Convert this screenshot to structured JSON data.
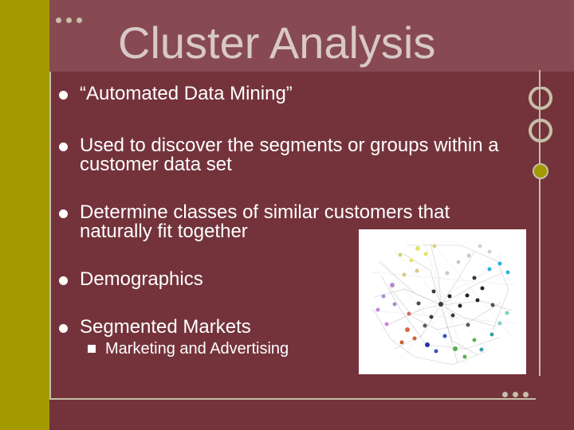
{
  "slide": {
    "title": "Cluster Analysis",
    "bullets": [
      "“Automated Data Mining”",
      "Used to discover the segments or groups within a customer data set",
      "Determine classes of similar customers that naturally fit together",
      "Demographics",
      "Segmented Markets"
    ],
    "subbullets": [
      "Marketing and Advertising"
    ]
  },
  "colors": {
    "sidebar": "#a39a00",
    "title_panel": "#874a52",
    "content_panel": "#74333b",
    "accent_line": "#c7bfa8",
    "ring_fill": "#a39a00",
    "text": "#ffffff"
  },
  "icons": {
    "bullet": "filled-circle",
    "subbullet": "filled-square",
    "decorations": [
      "three-dot-ornament",
      "stacked-rings",
      "network-graph"
    ]
  }
}
